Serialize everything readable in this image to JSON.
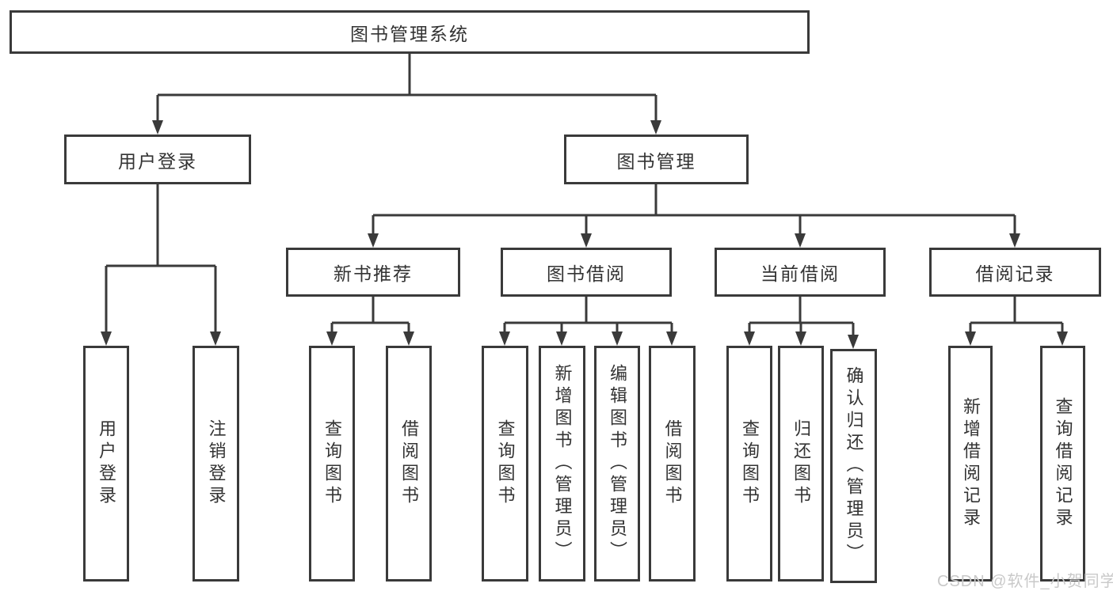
{
  "nodes": {
    "root": "图书管理系统",
    "level2": [
      "用户登录",
      "图书管理"
    ],
    "level3": [
      "新书推荐",
      "图书借阅",
      "当前借阅",
      "借阅记录"
    ]
  },
  "leaves": {
    "login": [
      "用户登录",
      "注销登录"
    ],
    "recommend": [
      "查询图书",
      "借阅图书"
    ],
    "borrow": [
      "查询图书",
      "新增图书（管理员）",
      "编辑图书（管理员）",
      "借阅图书"
    ],
    "current": [
      "查询图书",
      "归还图书",
      "确认归还（管理员）"
    ],
    "records": [
      "新增借阅记录",
      "查询借阅记录"
    ]
  },
  "watermark": {
    "text": "CSDN @软件_小贺同学"
  },
  "colors": {
    "line": "#3a3a3a",
    "box_border": "#3a3a3a",
    "text": "#333333",
    "watermark": "#c9c9c9",
    "background": "#ffffff"
  }
}
